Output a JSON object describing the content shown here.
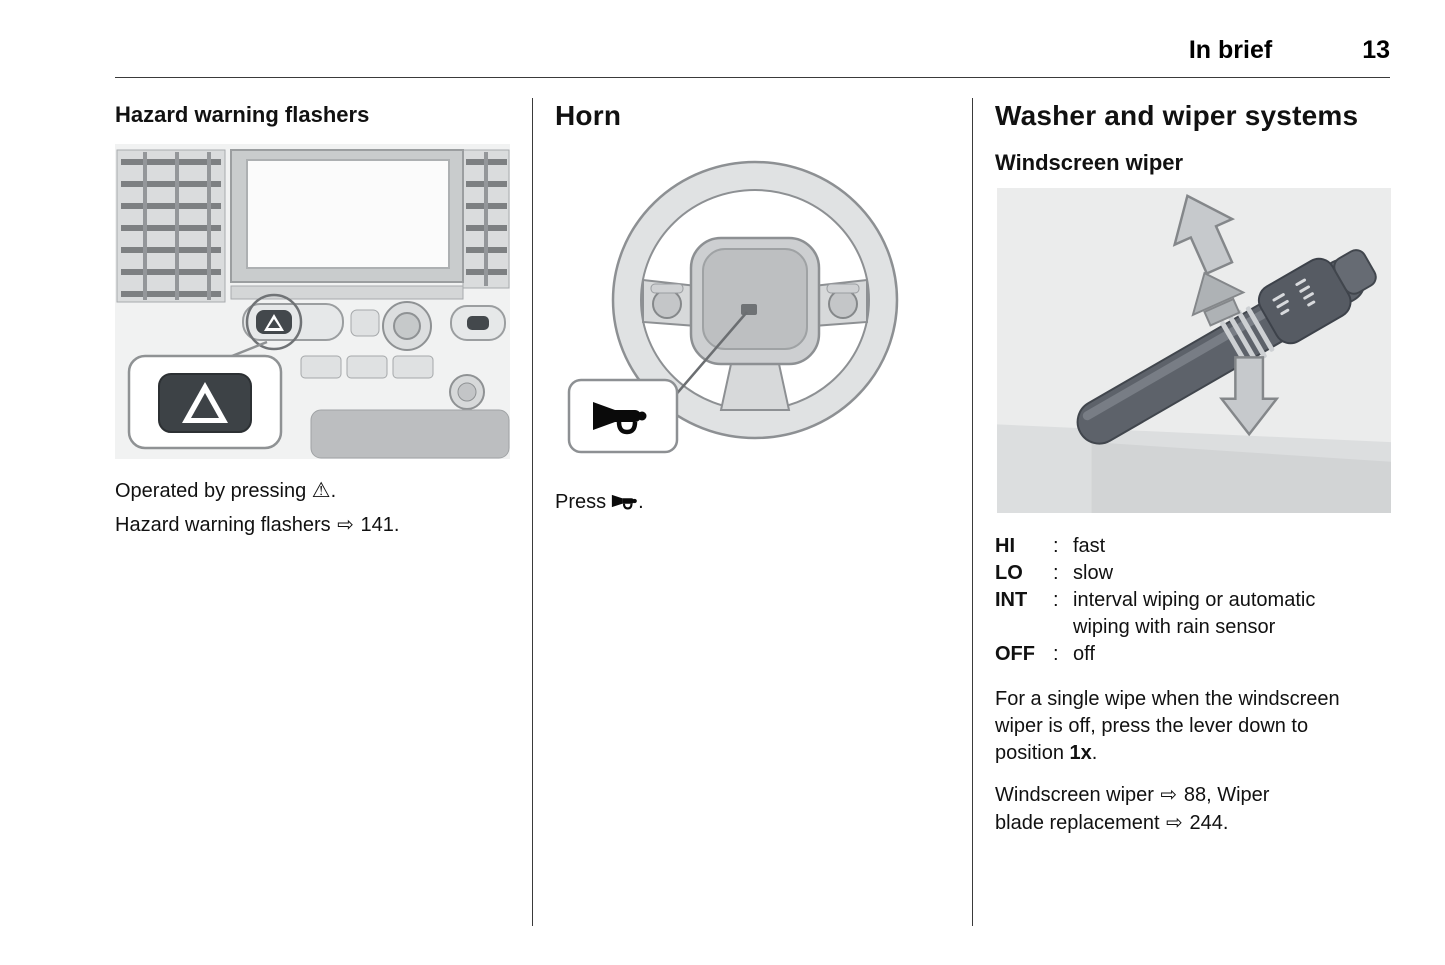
{
  "header": {
    "section": "In brief",
    "page_number": "13"
  },
  "hazard": {
    "title": "Hazard warning flashers",
    "illustration_name": "center-console-with-hazard-button-callout",
    "operated_prefix": "Operated by pressing",
    "warning_glyph": "⚠",
    "operated_suffix": ".",
    "ref_text": "Hazard warning flashers",
    "ref_arrow": "⇨",
    "ref_page": "141."
  },
  "horn": {
    "title": "Horn",
    "illustration_name": "steering-wheel-with-horn-callout",
    "press_prefix": "Press",
    "press_suffix": "."
  },
  "wiper": {
    "title": "Washer and wiper systems",
    "subtitle": "Windscreen wiper",
    "illustration_name": "wiper-lever-with-direction-arrows",
    "separator": ":",
    "positions": [
      {
        "label": "HI",
        "desc": "fast"
      },
      {
        "label": "LO",
        "desc": "slow"
      },
      {
        "label": "INT",
        "desc": "interval wiping or automatic wiping with rain sensor"
      },
      {
        "label": "OFF",
        "desc": "off"
      }
    ],
    "single_wipe_prefix": "For a single wipe when the windscreen wiper is off, press the lever down to position",
    "single_wipe_bold": "1x",
    "single_wipe_suffix": ".",
    "ref1_text": "Windscreen wiper",
    "ref1_arrow": "⇨",
    "ref1_page": "88,",
    "ref2_text": "Wiper blade replacement",
    "ref2_arrow": "⇨",
    "ref2_page": "244."
  }
}
